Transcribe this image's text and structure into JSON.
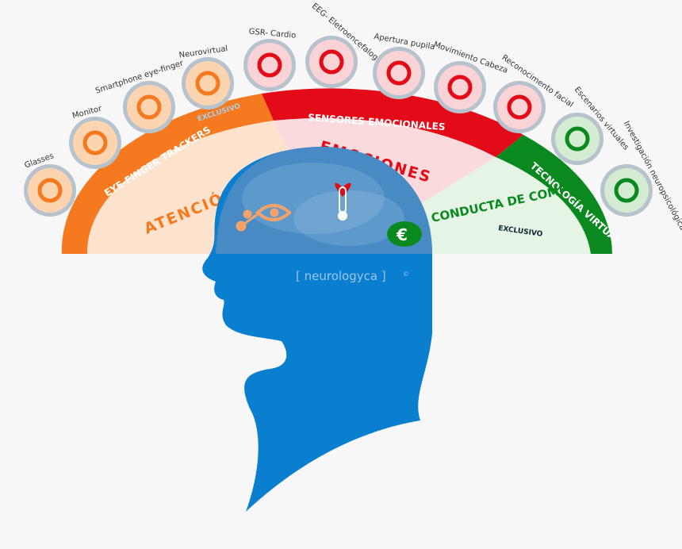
{
  "colors": {
    "orange": "#f57a1f",
    "red": "#e30b17",
    "green": "#0a8a1e",
    "blue": "#0a7fd0",
    "light_orange": "#fde3cd",
    "light_red": "#fbdadd",
    "light_green": "#e6f4e6"
  },
  "bands": {
    "eye": "EYE-FINGER TRACKERS",
    "sensors": "SENSORES EMOCIONALES",
    "tech": "TECNOLOGÍA VIRTUAL"
  },
  "areas": {
    "attention": "ATENCIÓN",
    "emotions": "EMOCIONES",
    "purchase": "CONDUCTA DE COMPRA",
    "exclusive": "EXCLUSIVO"
  },
  "brand": "[ neurologyca ]",
  "copyright": "©",
  "icons": [
    {
      "label": "Glasses",
      "icon": "glasses-icon",
      "group": "orange"
    },
    {
      "label": "Monitor",
      "icon": "monitor-icon",
      "group": "orange"
    },
    {
      "label": "Smartphone eye-finger",
      "icon": "smartphone-icon",
      "group": "orange"
    },
    {
      "label": "Neurovirtual",
      "icon": "vr-headset-icon",
      "group": "orange",
      "badge": "EXCLUSIVO"
    },
    {
      "label": "GSR- Cardio",
      "icon": "hand-icon",
      "group": "red"
    },
    {
      "label": "EEG- Eletroencefalografía",
      "icon": "brain-head-icon",
      "group": "red"
    },
    {
      "label": "Apertura pupila",
      "icon": "eye-icon",
      "group": "red"
    },
    {
      "label": "Movimiento Cabeza",
      "icon": "head-icon",
      "group": "red"
    },
    {
      "label": "Reconocimento facial",
      "icon": "face-icon",
      "group": "red"
    },
    {
      "label": "Escenarios virtuales",
      "icon": "person-icon",
      "group": "green"
    },
    {
      "label": "Investigación neuropsicológica",
      "icon": "document-icon",
      "group": "green"
    }
  ]
}
